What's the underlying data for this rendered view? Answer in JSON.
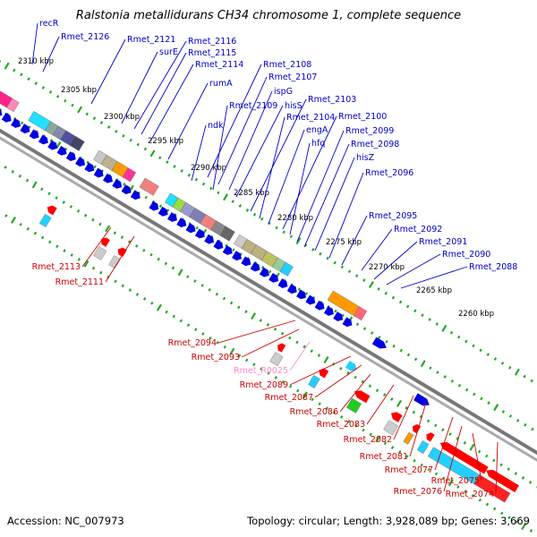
{
  "title": "Ralstonia metallidurans CH34 chromosome 1, complete sequence",
  "footer": {
    "accession": "Accession: NC_007973",
    "topology": "Topology: circular; Length: 3,928,089 bp; Genes: 3,669"
  },
  "colors": {
    "forward_gene": "#0000e0",
    "reverse_gene": "#ff0000",
    "forward_label": "#0000cc",
    "reverse_label": "#cc0000",
    "rna_label": "#ff88cc",
    "backbone": "#888888",
    "tick_dots": "#22aa22"
  },
  "ruler_labels": [
    "2310 kbp",
    "2305 kbp",
    "2300 kbp",
    "2295 kbp",
    "2290 kbp",
    "2285 kbp",
    "2280 kbp",
    "2275 kbp",
    "2270 kbp",
    "2265 kbp",
    "2260 kbp"
  ],
  "forward_labels": [
    "recR",
    "Rmet_2126",
    "Rmet_2121",
    "surE",
    "Rmet_2116",
    "Rmet_2115",
    "Rmet_2114",
    "rumA",
    "Rmet_2108",
    "Rmet_2107",
    "ispG",
    "ndk",
    "Rmet_2109",
    "hisS",
    "Rmet_2103",
    "Rmet_2104",
    "engA",
    "Rmet_2100",
    "hfq",
    "Rmet_2099",
    "Rmet_2098",
    "hisZ",
    "Rmet_2096",
    "Rmet_2095",
    "Rmet_2092",
    "Rmet_2091",
    "Rmet_2090",
    "Rmet_2088"
  ],
  "reverse_labels": [
    "Rmet_2113",
    "Rmet_2111",
    "Rmet_2094",
    "Rmet_2093",
    "Rmet_R0025",
    "Rmet_2089",
    "Rmet_2087",
    "Rmet_2086",
    "Rmet_2083",
    "Rmet_2082",
    "Rmet_2081",
    "Rmet_2077",
    "Rmet_2076",
    "Rmet_2075",
    "Rmet_2074"
  ]
}
